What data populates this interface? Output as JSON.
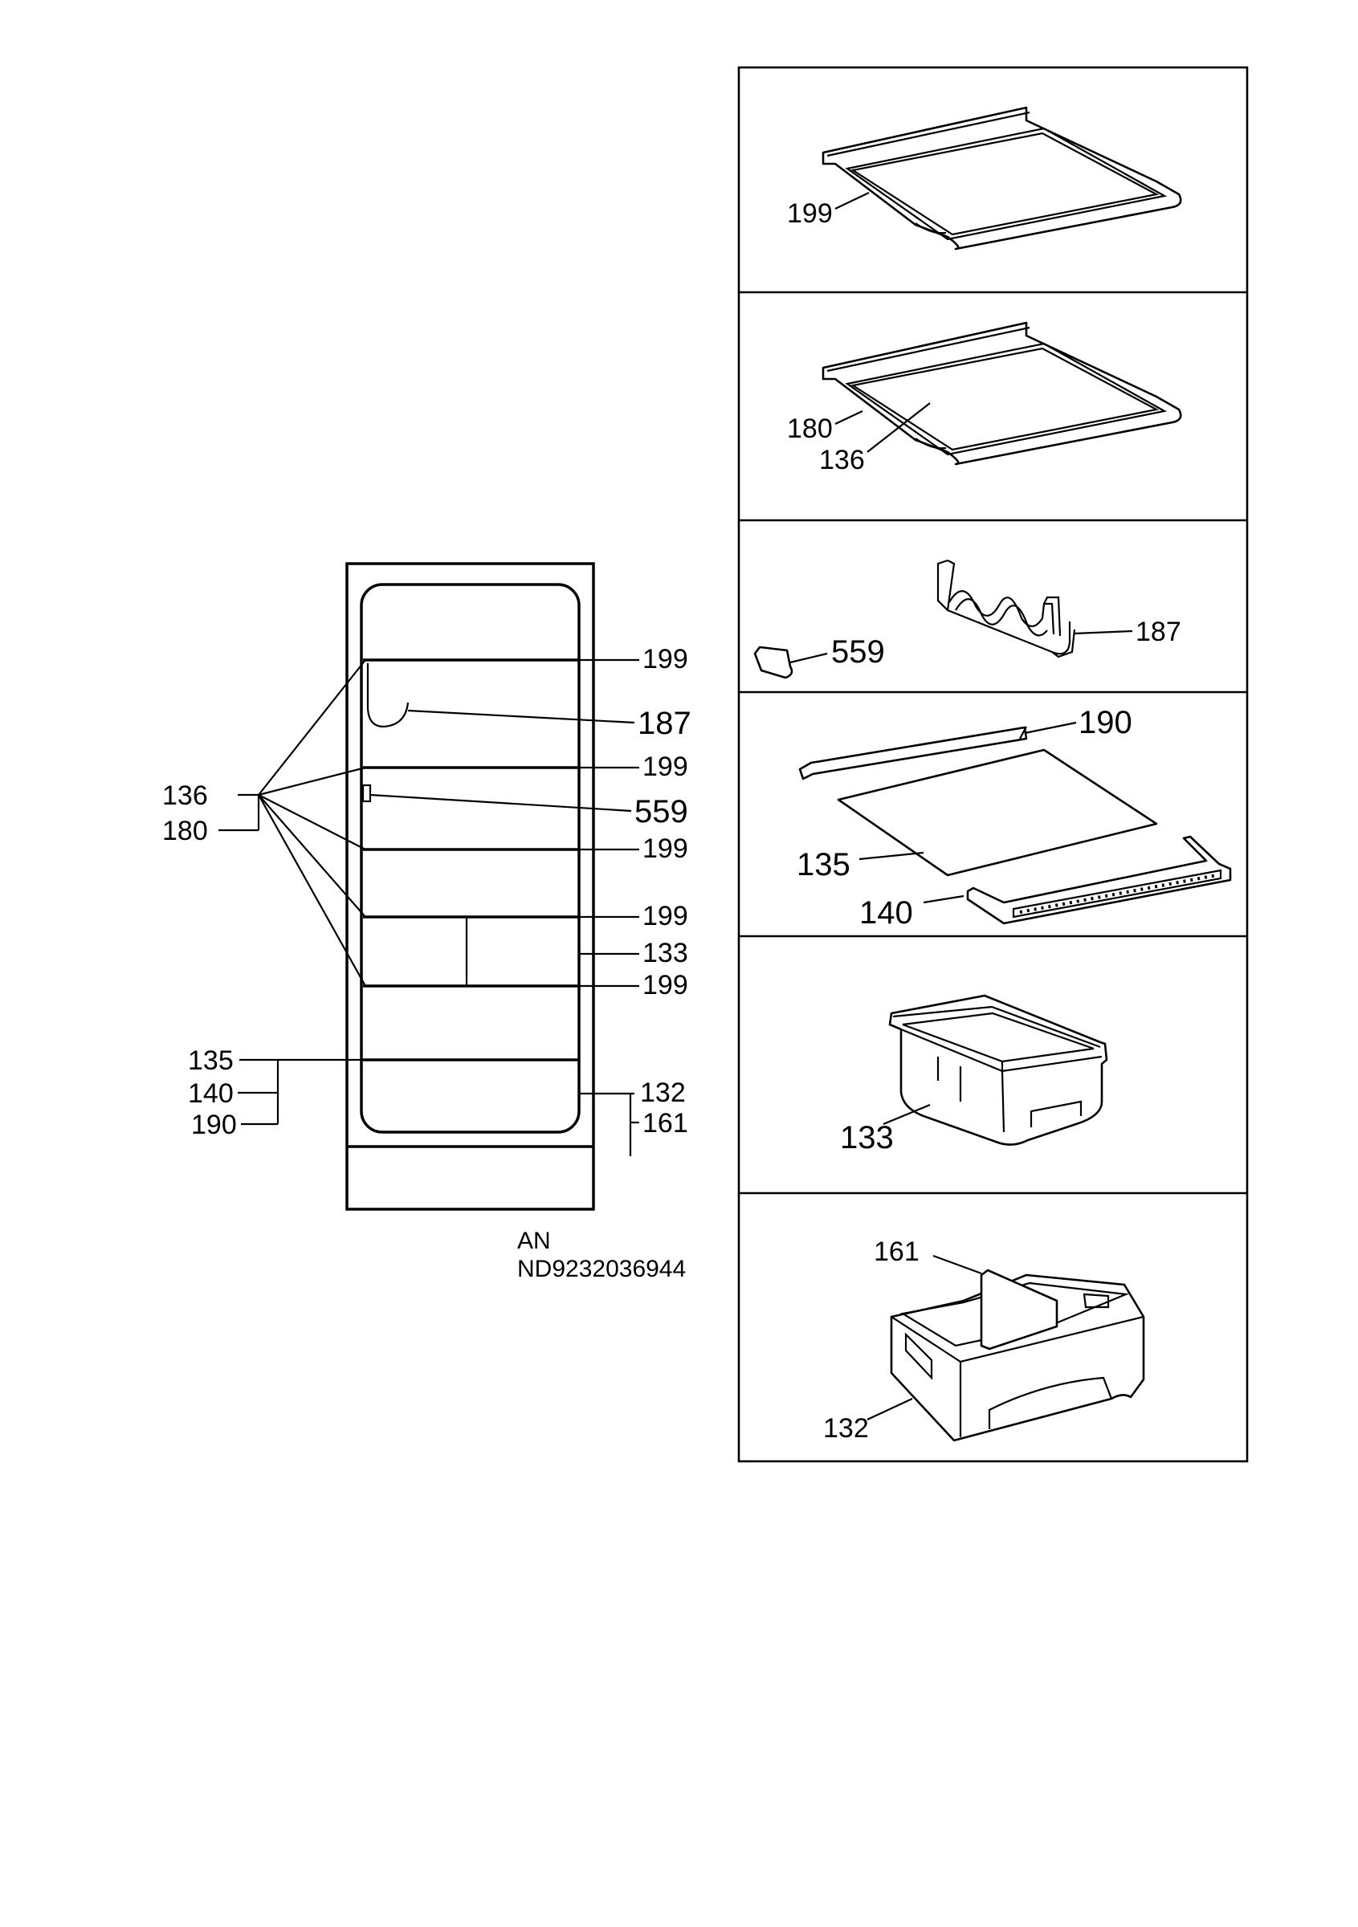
{
  "fridge": {
    "labels_right": {
      "shelf1": "199",
      "wine_rack": "187",
      "shelf2": "199",
      "stopper": "559",
      "shelf3": "199",
      "shelf4": "199",
      "crisper_cover": "133",
      "shelf5": "199",
      "drawer": "132",
      "divider": "161"
    },
    "labels_left": {
      "glass": "136",
      "frame": "180",
      "cover_glass": "135",
      "cover_rear": "140",
      "cover_front": "190"
    },
    "caption": {
      "line1": "AN",
      "line2": "ND9232036944"
    }
  },
  "panels": {
    "p1": {
      "shelf": "199"
    },
    "p2": {
      "frame": "180",
      "glass": "136"
    },
    "p3": {
      "stopper": "559",
      "wine_rack": "187"
    },
    "p4": {
      "front_trim": "190",
      "glass": "135",
      "rear_trim": "140"
    },
    "p5": {
      "crisper": "133"
    },
    "p6": {
      "divider": "161",
      "drawer": "132"
    }
  }
}
